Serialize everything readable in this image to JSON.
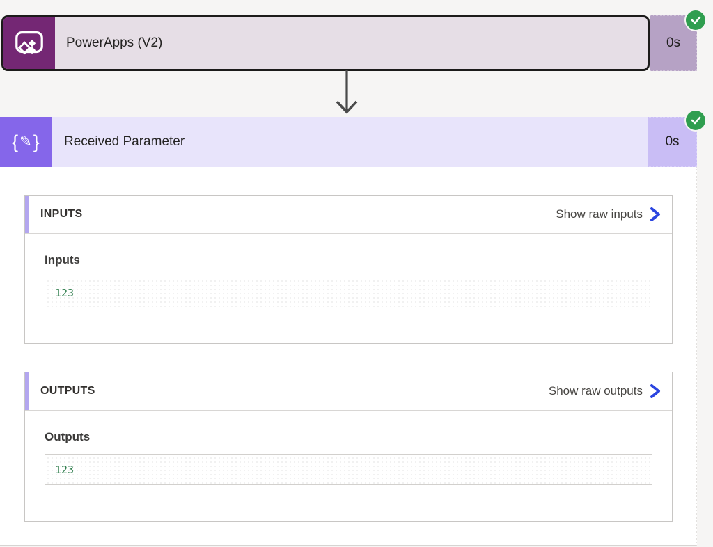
{
  "background_color": "#f6f5f4",
  "trigger_card": {
    "title": "PowerApps (V2)",
    "duration": "0s",
    "status": "succeeded",
    "icon": "powerapps-icon",
    "icon_bg": "#742774",
    "header_bg": "#e6dee6",
    "badge_bg": "#b6a2c5"
  },
  "connector": {
    "icon": "arrow-down-icon",
    "color": "#4a4a4a"
  },
  "action_card": {
    "title": "Received Parameter",
    "duration": "0s",
    "status": "succeeded",
    "icon": "braces-pencil-icon",
    "icon_glyphs": {
      "left_brace": "{",
      "pencil": "✎",
      "right_brace": "}"
    },
    "icon_bg": "#8566ea",
    "header_bg": "#e8e4fb",
    "badge_bg": "#c9bdf5"
  },
  "details": {
    "inputs_section": {
      "heading": "INPUTS",
      "raw_link_label": "Show raw inputs",
      "field_label": "Inputs",
      "field_value": "123"
    },
    "outputs_section": {
      "heading": "OUTPUTS",
      "raw_link_label": "Show raw outputs",
      "field_label": "Outputs",
      "field_value": "123"
    }
  },
  "status_colors": {
    "success_green": "#2f9e4f",
    "accent_bar_purple": "#b3a6ef",
    "link_chevron_blue": "#2b45e0",
    "value_text_green": "#2e7d4c"
  }
}
